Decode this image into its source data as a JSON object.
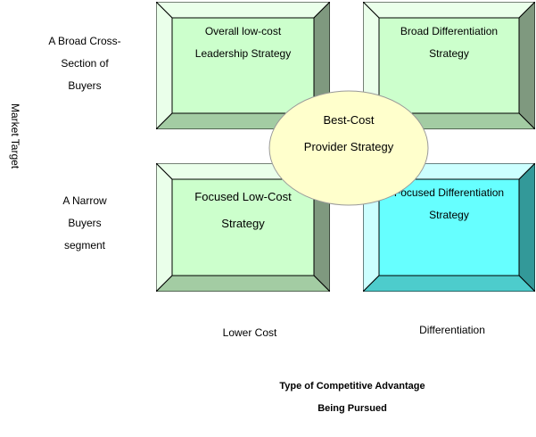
{
  "axis": {
    "y_title": "Market Target",
    "x_title_line1": "Type of Competitive Advantage",
    "x_title_line2": "Being Pursued"
  },
  "rows": {
    "broad": [
      "A Broad Cross-",
      "Section of",
      "Buyers"
    ],
    "narrow": [
      "A Narrow",
      "Buyers",
      "segment"
    ]
  },
  "columns": {
    "lower_cost": "Lower Cost",
    "differentiation": "Differentiation"
  },
  "boxes": {
    "overall_low_cost": [
      "Overall low-cost",
      "Leadership Strategy"
    ],
    "broad_differentiation": [
      "Broad Differentiation",
      "Strategy"
    ],
    "focused_low_cost": [
      "Focused Low-Cost",
      "Strategy"
    ],
    "focused_differentiation": [
      "Focused Differentiation",
      "Strategy"
    ]
  },
  "center": [
    "Best-Cost",
    "Provider Strategy"
  ],
  "colors": {
    "green_face": "#ccffcc",
    "green_light": "#eaffea",
    "green_dark": "#7f997f",
    "green_mid": "#a3cca3",
    "cyan_face": "#66ffff",
    "cyan_light": "#ccffff",
    "cyan_dark": "#339999",
    "cyan_mid": "#4dcccc",
    "ellipse": "#ffffcc"
  }
}
